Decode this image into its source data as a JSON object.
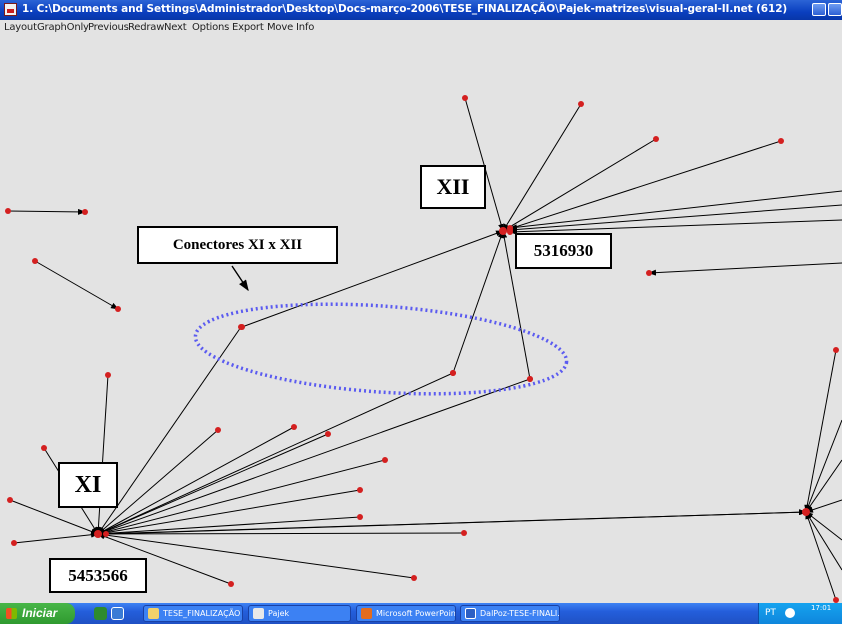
{
  "window": {
    "title": "1. C:\\Documents and Settings\\Administrador\\Desktop\\Docs-março-2006\\TESE_FINALIZAÇÃO\\Pajek-matrizes\\visual-geral-II.net (612)"
  },
  "menu": {
    "items": [
      "Layout",
      "GraphOnly",
      "Previous",
      "Redraw",
      "Next",
      "Options",
      "Export",
      "Move",
      "Info"
    ]
  },
  "annotations": {
    "xii_label": "XII",
    "xii_code": "5316930",
    "xi_label": "XI",
    "xi_code": "5453566",
    "connectors_label": "Conectores XI x XII"
  },
  "colors": {
    "vertex": "#d42020",
    "highlight_ellipse": "#5b5bf0",
    "background": "#e3e3e3"
  },
  "taskbar": {
    "start_label": "Iniciar",
    "tasks": [
      "TESE_FINALIZAÇÃO",
      "Pajek",
      "Microsoft PowerPoin...",
      "DalPoz-TESE-FINALI..."
    ],
    "language": "PT",
    "clock": "17:01"
  }
}
